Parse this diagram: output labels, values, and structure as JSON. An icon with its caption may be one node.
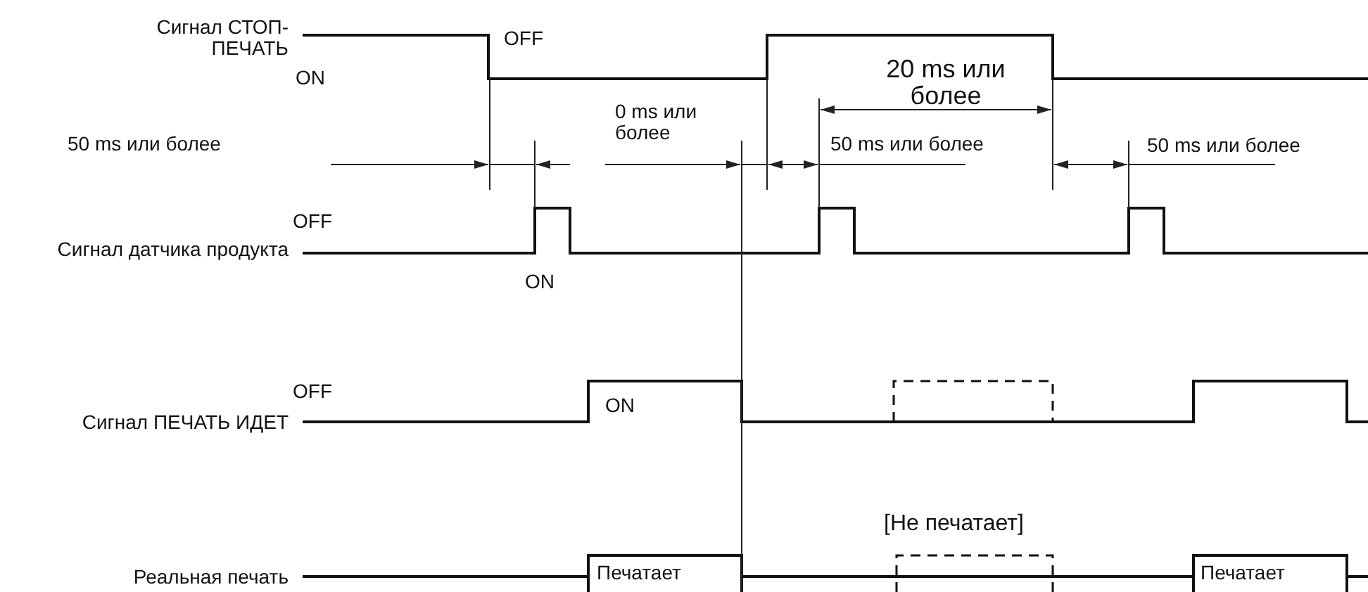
{
  "diagram": {
    "labels": [
      "Сигнал СТОП-ПЕЧАТЬ",
      "OFF",
      "20 ms или более",
      "ON",
      "50 ms или более",
      "0 ms или более",
      "50 ms или более",
      "50 ms или более",
      "OFF",
      "Сигнал датчика продукта",
      "ON",
      "OFF",
      "ON",
      "Сигнал ПЕЧАТЬ ИДЕТ",
      "[Не печатает]",
      "Реальная печать",
      "Печатает",
      "Печатает"
    ]
  }
}
